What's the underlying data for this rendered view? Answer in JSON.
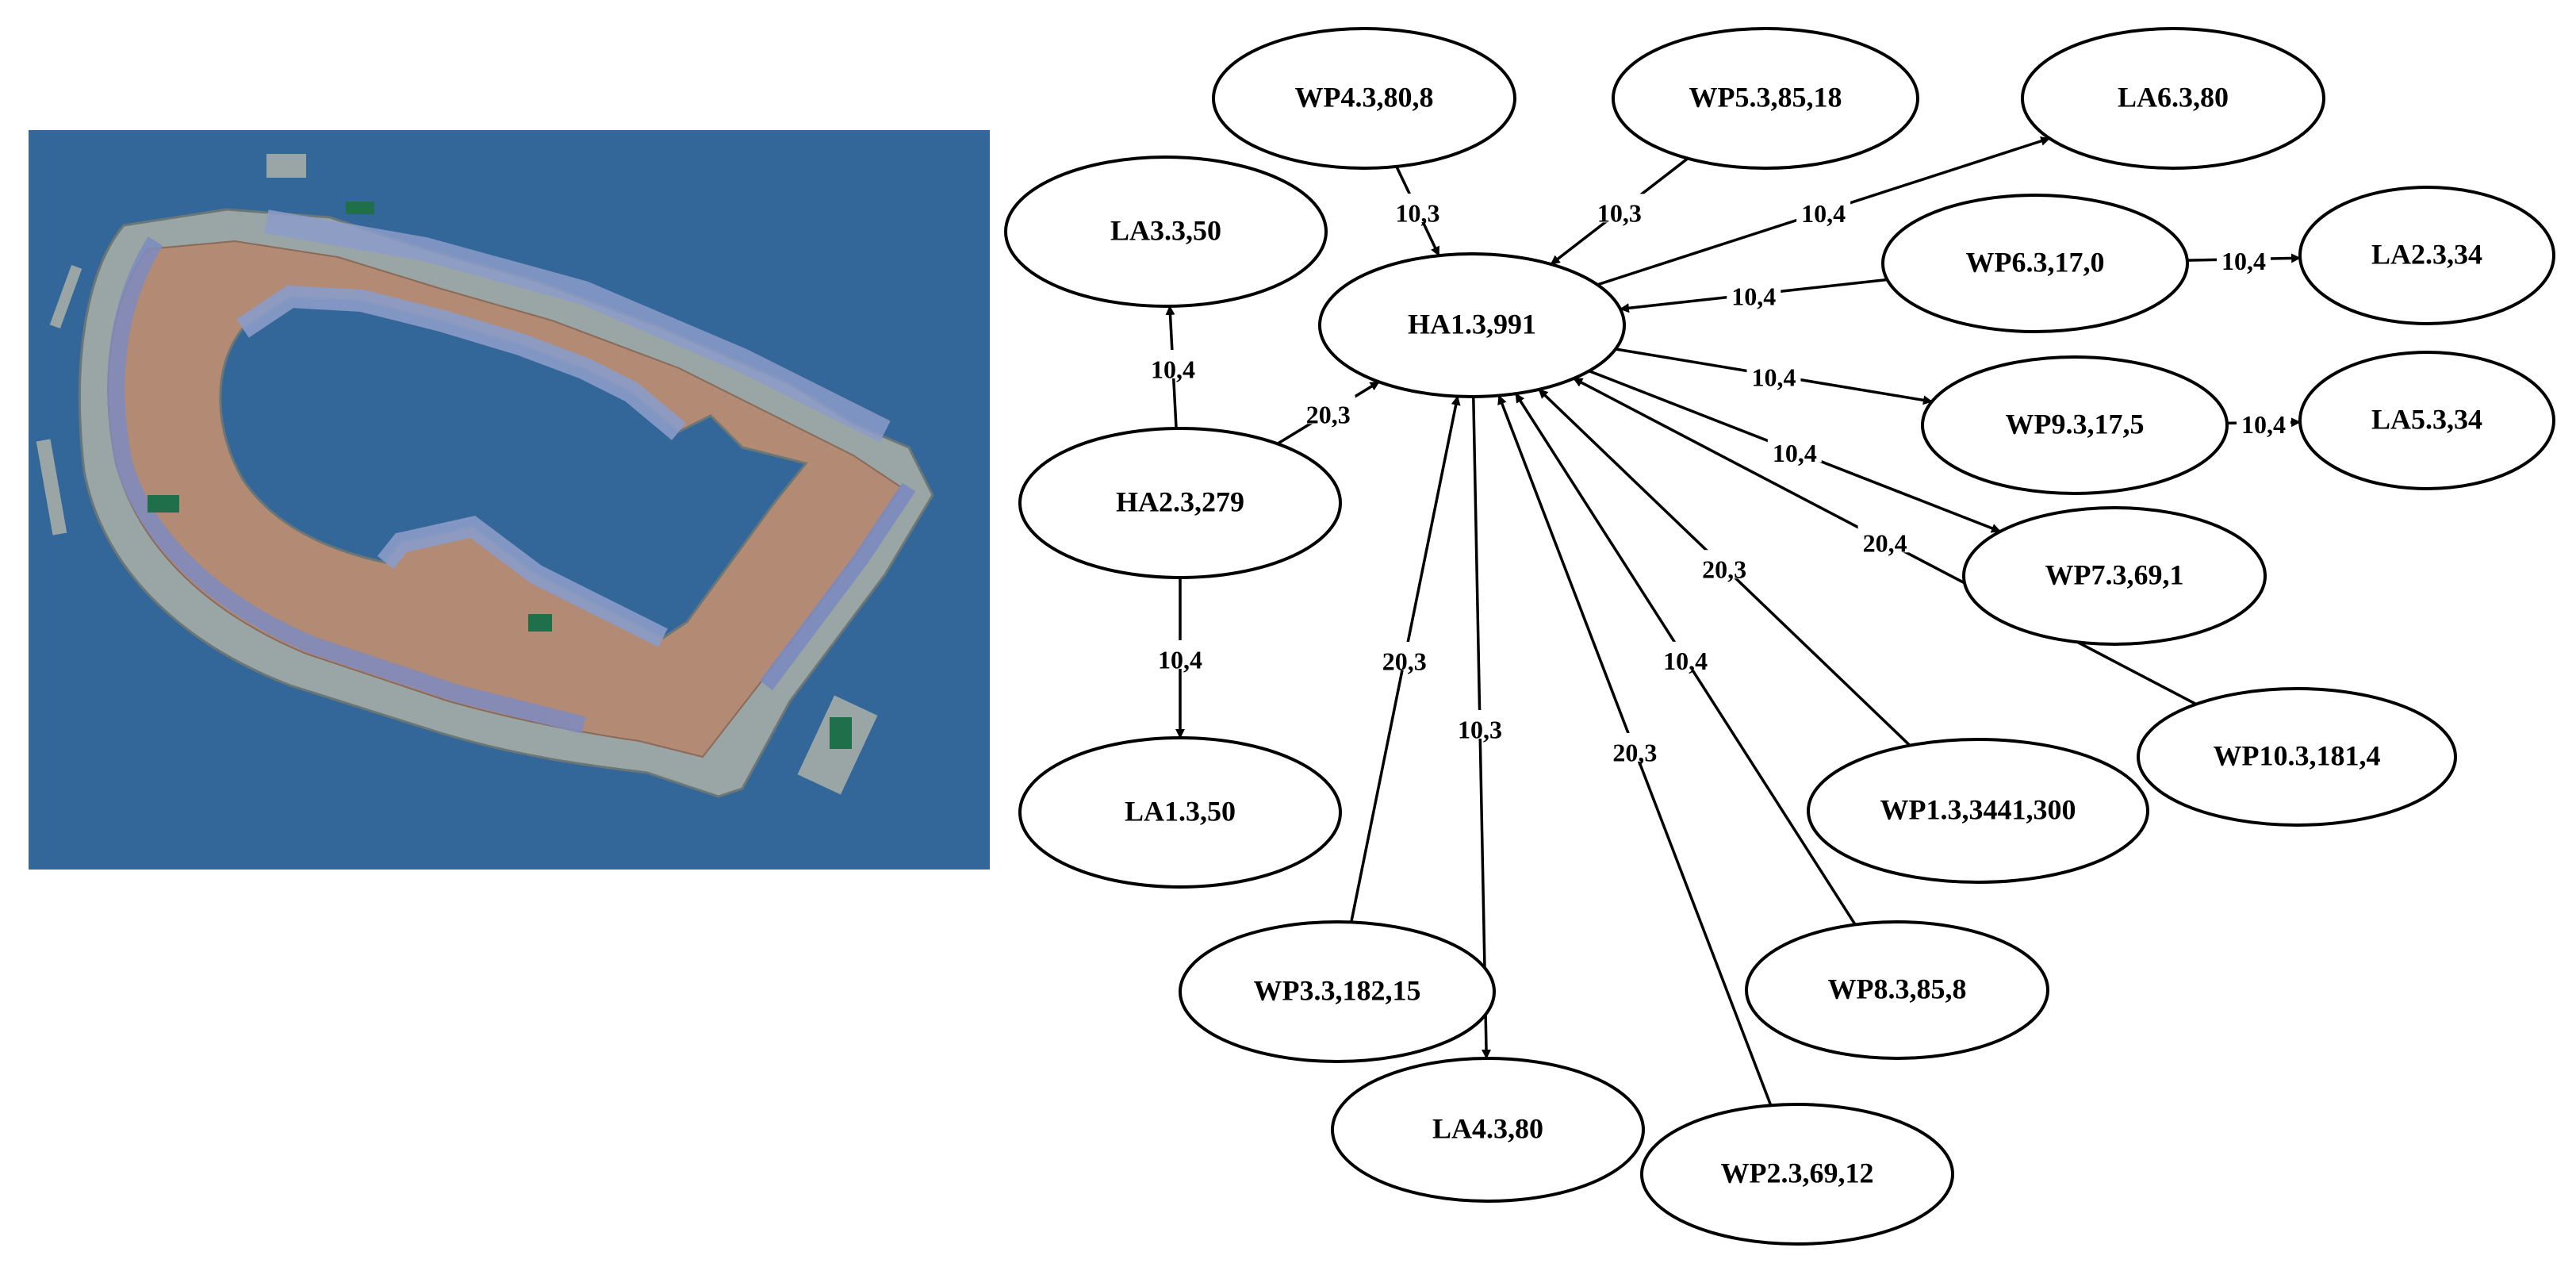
{
  "scene": {
    "background_color": "#336699",
    "floor_color": "#b38a74",
    "wall_color": "#8b9bc9",
    "panel_color": "#9aa5a5"
  },
  "nodes": [
    {
      "id": "WP4",
      "label": "WP4.3,80,8"
    },
    {
      "id": "WP5",
      "label": "WP5.3,85,18"
    },
    {
      "id": "LA6",
      "label": "LA6.3,80"
    },
    {
      "id": "LA3",
      "label": "LA3.3,50"
    },
    {
      "id": "HA1",
      "label": "HA1.3,991"
    },
    {
      "id": "WP6",
      "label": "WP6.3,17,0"
    },
    {
      "id": "LA2",
      "label": "LA2.3,34"
    },
    {
      "id": "HA2",
      "label": "HA2.3,279"
    },
    {
      "id": "WP9",
      "label": "WP9.3,17,5"
    },
    {
      "id": "LA5",
      "label": "LA5.3,34"
    },
    {
      "id": "WP7",
      "label": "WP7.3,69,1"
    },
    {
      "id": "LA1",
      "label": "LA1.3,50"
    },
    {
      "id": "WP10",
      "label": "WP10.3,181,4"
    },
    {
      "id": "WP1",
      "label": "WP1.3,3441,300"
    },
    {
      "id": "WP3",
      "label": "WP3.3,182,15"
    },
    {
      "id": "WP8",
      "label": "WP8.3,85,8"
    },
    {
      "id": "LA4",
      "label": "LA4.3,80"
    },
    {
      "id": "WP2",
      "label": "WP2.3,69,12"
    }
  ],
  "edges": [
    {
      "from": "WP4",
      "to": "HA1",
      "label": "10,3"
    },
    {
      "from": "WP5",
      "to": "HA1",
      "label": "10,3"
    },
    {
      "from": "HA1",
      "to": "LA6",
      "label": "10,4"
    },
    {
      "from": "WP6",
      "to": "HA1",
      "label": "10,4"
    },
    {
      "from": "WP6",
      "to": "LA2",
      "label": "10,4"
    },
    {
      "from": "HA1",
      "to": "WP9",
      "label": "10,4"
    },
    {
      "from": "WP9",
      "to": "LA5",
      "label": "10,4"
    },
    {
      "from": "HA1",
      "to": "WP7",
      "label": "10,4"
    },
    {
      "from": "HA2",
      "to": "LA3",
      "label": "10,4"
    },
    {
      "from": "HA2",
      "to": "LA1",
      "label": "10,4"
    },
    {
      "from": "HA2",
      "to": "HA1",
      "label": "20,3"
    },
    {
      "from": "WP1",
      "to": "HA1",
      "label": "20,3"
    },
    {
      "from": "WP10",
      "to": "HA1",
      "label": "20,4"
    },
    {
      "from": "WP3",
      "to": "HA1",
      "label": "20,3"
    },
    {
      "from": "HA1",
      "to": "LA4",
      "label": "10,3"
    },
    {
      "from": "WP2",
      "to": "HA1",
      "label": "20,3"
    },
    {
      "from": "WP8",
      "to": "HA1",
      "label": "10,4"
    }
  ]
}
